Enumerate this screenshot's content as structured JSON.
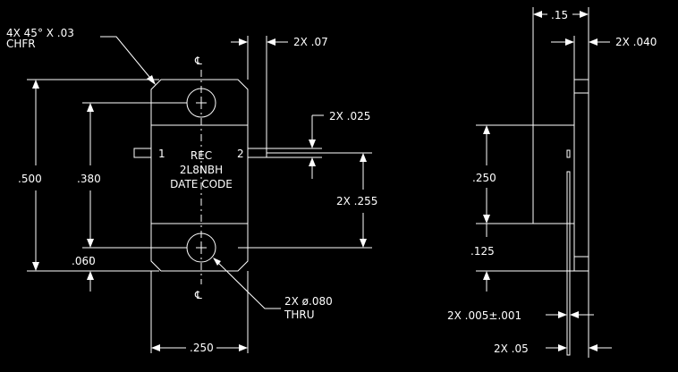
{
  "notes": {
    "chamfer_line1": "4X  45°  X  .03",
    "chamfer_line2": "CHFR",
    "rec_line1": "REC",
    "rec_line2": "2L8NBH",
    "rec_line3": "DATE  CODE",
    "pin1": "1",
    "pin2": "2",
    "thru_line1": "2X  ø.080",
    "thru_line2": "THRU",
    "centerline_top": "℄",
    "centerline_bottom": "℄"
  },
  "dimensions": {
    "overall_height": ".500",
    "hole_spacing": ".380",
    "hole_edge": ".060",
    "flange_width": ".250",
    "lead_width": "2X  .07",
    "lead_thickness": "2X  .025",
    "lead_offset": "2X  .255",
    "side_top_width": ".15",
    "side_tab": "2X  .040",
    "side_body": ".250",
    "side_lower": ".125",
    "side_lead_thk": "2X  .005±.001",
    "side_lead_len": "2X  .05"
  }
}
